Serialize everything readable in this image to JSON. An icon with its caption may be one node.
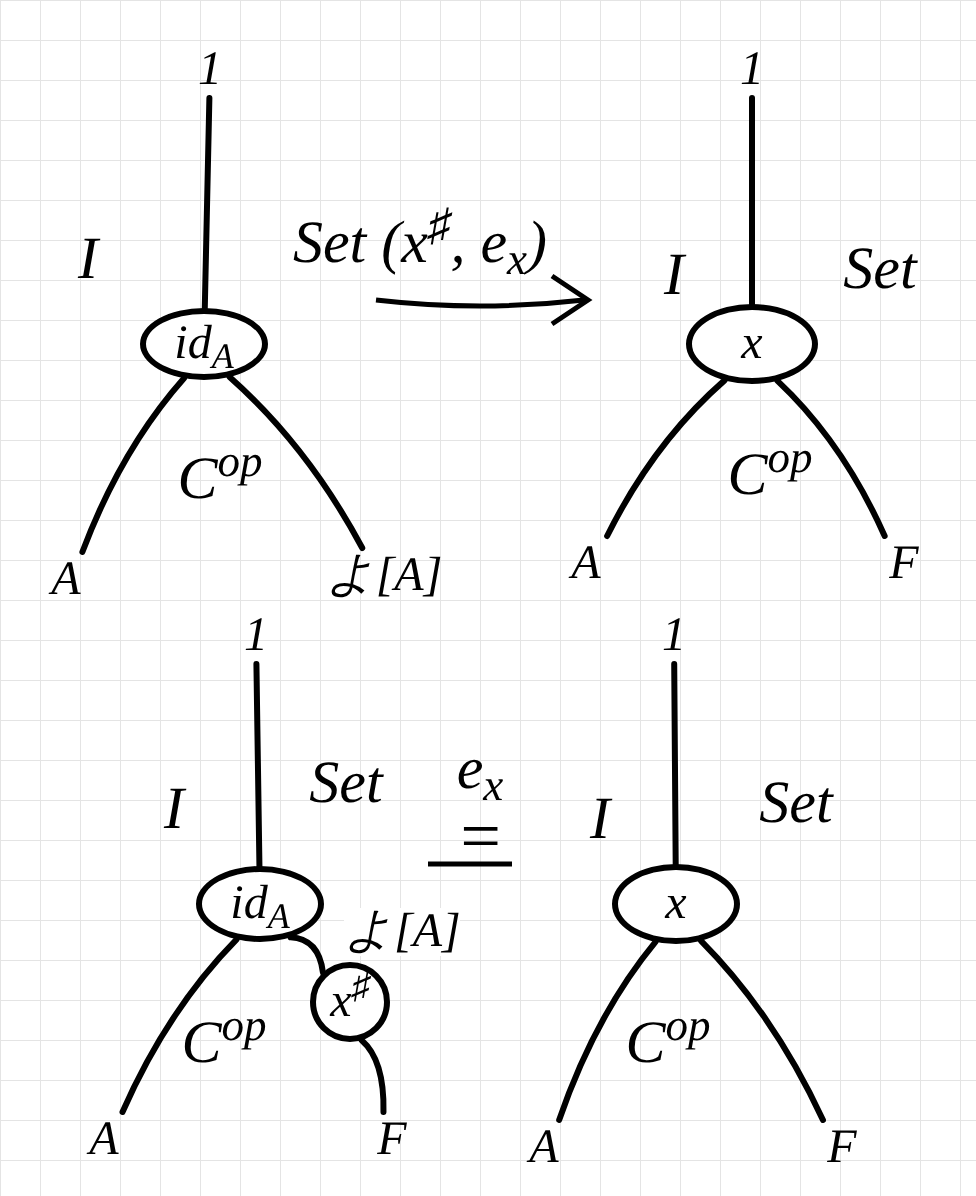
{
  "diagram": {
    "nodes": [
      {
        "text": [
          "1"
        ]
      },
      {
        "text": [
          "id$_{A}$"
        ]
      },
      {
        "text": [
          "A"
        ]
      },
      {
        "text": [
          "よ[A]"
        ]
      },
      {
        "text": [
          "1"
        ]
      },
      {
        "text": [
          "x"
        ]
      },
      {
        "text": [
          "A"
        ]
      },
      {
        "text": [
          "F"
        ]
      },
      {
        "text": [
          "1"
        ]
      },
      {
        "text": [
          "id$_{A}$"
        ]
      },
      {
        "text": [
          "x$^{♯}$"
        ]
      },
      {
        "text": [
          "A"
        ]
      },
      {
        "text": [
          "F"
        ]
      },
      {
        "text": [
          "1"
        ]
      },
      {
        "text": [
          "x"
        ]
      },
      {
        "text": [
          "A"
        ]
      },
      {
        "text": [
          "F"
        ]
      }
    ],
    "edges": [
      {
        "from": 0,
        "to": 1,
        "arrow": "none"
      },
      {
        "from": 1,
        "to": 2,
        "arrow": "none"
      },
      {
        "from": 1,
        "to": 3,
        "arrow": "none"
      },
      {
        "from": 4,
        "to": 5,
        "arrow": "none"
      },
      {
        "from": 5,
        "to": 6,
        "arrow": "none"
      },
      {
        "from": 5,
        "to": 7,
        "arrow": "none"
      },
      {
        "from": 8,
        "to": 9,
        "arrow": "none"
      },
      {
        "from": 9,
        "to": 11,
        "arrow": "none"
      },
      {
        "from": 9,
        "to": 10,
        "label": "よ[A]",
        "arrow": "none"
      },
      {
        "from": 10,
        "to": 12,
        "arrow": "none"
      },
      {
        "from": 13,
        "to": 14,
        "arrow": "none"
      },
      {
        "from": 14,
        "to": 15,
        "arrow": "none"
      },
      {
        "from": 14,
        "to": 16,
        "arrow": "none"
      }
    ],
    "labels": [
      "I",
      "Set (x$^{♯}$, e$_{x}$)",
      "I",
      "Set",
      "C$^{op}$",
      "C$^{op}$",
      "I",
      "Set",
      "e$_{x}$",
      "=",
      "I",
      "Set",
      "C$^{op}$",
      "C$^{op}$"
    ]
  }
}
